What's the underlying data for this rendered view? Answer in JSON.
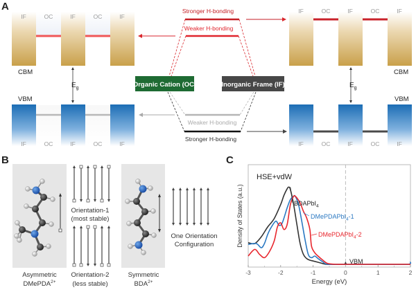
{
  "panel_a": {
    "label": "A",
    "left_diagram": {
      "top_labels": [
        "IF",
        "OC",
        "IF",
        "OC",
        "IF"
      ],
      "bottom_labels": [
        "IF",
        "OC",
        "IF",
        "OC",
        "IF"
      ],
      "cbm_label": "CBM",
      "vbm_label": "VBM",
      "gap_label": "E",
      "gap_sub": "g"
    },
    "right_diagram": {
      "top_labels": [
        "IF",
        "OC",
        "IF",
        "OC",
        "IF"
      ],
      "bottom_labels": [
        "IF",
        "OC",
        "IF",
        "OC",
        "IF"
      ],
      "cbm_label": "CBM",
      "vbm_label": "VBM",
      "gap_label": "E",
      "gap_sub": "g"
    },
    "center": {
      "stronger_top": "Stronger H-bonding",
      "weaker_top": "Weaker H-bonding",
      "weaker_bottom": "Weaker H-bonding",
      "stronger_bottom": "Stronger H-bonding",
      "organic_box": "Organic Cation (OC)",
      "inorganic_box": "Inorganic Frame (IF)"
    },
    "colors": {
      "cbm_gold": "#c9a04a",
      "vbm_blue": "#1c6db5",
      "red": "#e0242c",
      "dark_red": "#c41e24",
      "green": "#1e6b33",
      "dark_gray": "#444444",
      "light_gray": "#b3b3b3"
    }
  },
  "panel_b": {
    "label": "B",
    "asym_name": "Asymmetric",
    "asym_formula": "DMePDA",
    "asym_charge": "2+",
    "orient1_title": "Orientation-1",
    "orient1_sub": "(most stable)",
    "orient2_title": "Orientation-2",
    "orient2_sub": "(less stable)",
    "sym_name": "Symmetric",
    "sym_formula": "BDA",
    "sym_charge": "2+",
    "one_orient_line1": "One Orientation",
    "one_orient_line2": "Configuration",
    "orient1_pattern": [
      "up",
      "down",
      "up",
      "down",
      "up",
      "down"
    ],
    "orient2_pattern": [
      "up",
      "up",
      "down",
      "down",
      "up",
      "up"
    ]
  },
  "chart_data": {
    "type": "line",
    "panel_label": "C",
    "title": "HSE+vdW",
    "xlabel": "Energy (eV)",
    "ylabel": "Density of States (a.u.)",
    "xlim": [
      -3,
      2
    ],
    "ylim": [
      0,
      1
    ],
    "xticks": [
      "-3",
      "-2",
      "-1",
      "0",
      "1",
      "2"
    ],
    "xtick_values": [
      -3,
      -2,
      -1,
      0,
      1,
      2
    ],
    "vline_x": 0,
    "vline_label": "VBM",
    "series": [
      {
        "name": "BDAPbI4",
        "label_main": "BDAPbI",
        "label_sub": "4",
        "label_suffix": "",
        "color": "#333333",
        "x": [
          -3.0,
          -2.8,
          -2.6,
          -2.4,
          -2.2,
          -2.0,
          -1.9,
          -1.8,
          -1.75,
          -1.7,
          -1.6,
          -1.5,
          -1.4,
          -1.3,
          -1.2,
          -1.1,
          -1.0,
          -0.8,
          -0.6,
          -0.4,
          0.0,
          1.0,
          2.0
        ],
        "y": [
          0.26,
          0.25,
          0.33,
          0.45,
          0.55,
          0.72,
          0.83,
          0.91,
          0.93,
          0.9,
          0.72,
          0.48,
          0.25,
          0.12,
          0.07,
          0.05,
          0.04,
          0.02,
          0.0,
          0.0,
          0.0,
          0.0,
          0.0
        ]
      },
      {
        "name": "DMePDAPbI4-1",
        "label_main": "DMePDAPbI",
        "label_sub": "4",
        "label_suffix": "-1",
        "color": "#2a78c2",
        "x": [
          -3.0,
          -2.75,
          -2.6,
          -2.5,
          -2.4,
          -2.3,
          -2.15,
          -2.05,
          -1.95,
          -1.8,
          -1.7,
          -1.6,
          -1.55,
          -1.45,
          -1.35,
          -1.25,
          -1.15,
          -1.05,
          -0.95,
          -0.85,
          -0.7,
          -0.55,
          0.0,
          1.0,
          1.9,
          2.0
        ],
        "y": [
          0.24,
          0.25,
          0.2,
          0.25,
          0.36,
          0.44,
          0.52,
          0.47,
          0.5,
          0.68,
          0.78,
          0.82,
          0.82,
          0.72,
          0.52,
          0.3,
          0.12,
          0.08,
          0.1,
          0.07,
          0.03,
          0.0,
          0.0,
          0.0,
          0.0,
          0.03
        ]
      },
      {
        "name": "DMePDAPbI4-2",
        "label_main": "DMePDAPbI",
        "label_sub": "4",
        "label_suffix": "-2",
        "color": "#e8262d",
        "x": [
          -3.0,
          -2.8,
          -2.65,
          -2.5,
          -2.35,
          -2.2,
          -2.1,
          -2.0,
          -1.9,
          -1.8,
          -1.7,
          -1.6,
          -1.55,
          -1.5,
          -1.4,
          -1.3,
          -1.2,
          -1.1,
          -1.05,
          -0.95,
          -0.85,
          -0.7,
          -0.55,
          -0.3,
          0.0,
          1.0,
          2.0
        ],
        "y": [
          0.1,
          0.18,
          0.12,
          0.08,
          0.15,
          0.28,
          0.45,
          0.5,
          0.42,
          0.48,
          0.72,
          0.82,
          0.82,
          0.8,
          0.74,
          0.64,
          0.56,
          0.42,
          0.22,
          0.14,
          0.1,
          0.05,
          0.01,
          0.0,
          0.0,
          0.0,
          0.0
        ]
      }
    ]
  }
}
